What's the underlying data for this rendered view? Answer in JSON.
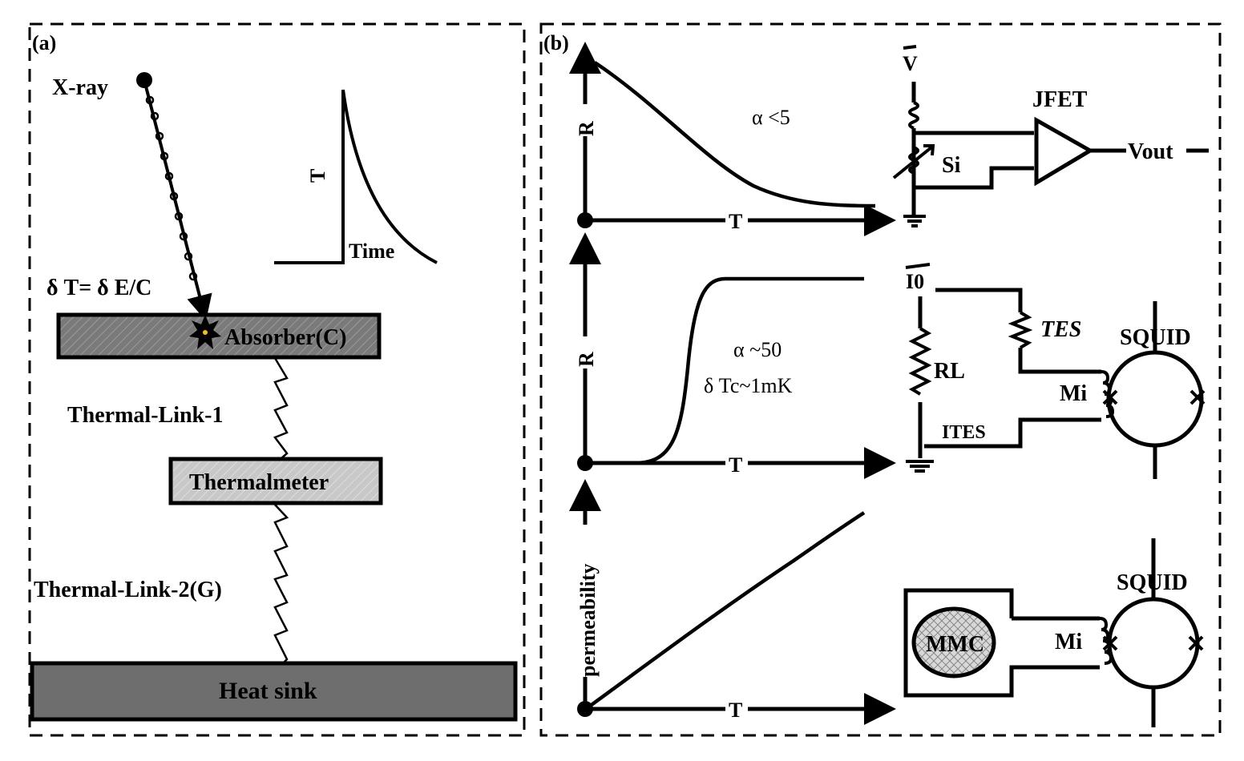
{
  "panel_a": {
    "tag": "(a)",
    "xray_label": "X-ray",
    "formula": "δ T= δ E/C",
    "inset": {
      "y_label": "T",
      "x_label": "Time"
    },
    "absorber_label": "Absorber(C)",
    "link1_label": "Thermal-Link-1",
    "thermometer_label": "Thermalmeter",
    "link2_label": "Thermal-Link-2(G)",
    "heatsink_label": "Heat sink",
    "colors": {
      "absorber": "#7a7a7a",
      "thermometer": "#c8c8c8",
      "heatsink": "#6e6e6e"
    }
  },
  "panel_b": {
    "tag": "(b)",
    "rows": [
      {
        "plot": {
          "y_label": "R",
          "x_label": "T",
          "annotation": [
            "α <5"
          ],
          "curve": "decreasing"
        },
        "circuit": {
          "source": "V",
          "sensor": "Si",
          "amp": "JFET",
          "output": "Vout"
        }
      },
      {
        "plot": {
          "y_label": "R",
          "x_label": "T",
          "annotation": [
            "α ~50",
            "δ Tc~1mK"
          ],
          "curve": "step"
        },
        "circuit": {
          "source": "I0",
          "load": "RL",
          "sensor": "TES",
          "current": "ITES",
          "coupling": "Mi",
          "readout": "SQUID"
        }
      },
      {
        "plot": {
          "y_label": "permeability",
          "x_label": "T",
          "annotation": [],
          "curve": "increasing"
        },
        "circuit": {
          "sensor": "MMC",
          "coupling": "Mi",
          "readout": "SQUID"
        }
      }
    ]
  }
}
